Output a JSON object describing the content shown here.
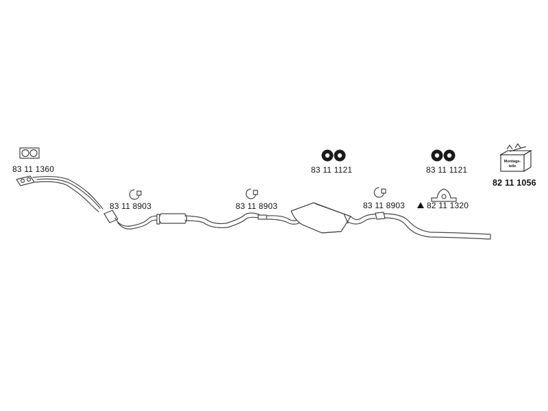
{
  "parts": [
    {
      "id": "gasket",
      "number": "83 11 1360"
    },
    {
      "id": "clamp1",
      "number": "83 11 8903"
    },
    {
      "id": "clamp2",
      "number": "83 11 8903"
    },
    {
      "id": "clamp3",
      "number": "83 11 8903"
    },
    {
      "id": "rubber1",
      "number": "83 11 1121"
    },
    {
      "id": "rubber2",
      "number": "83 11 1121"
    },
    {
      "id": "bracket",
      "number": "82 11 1320"
    },
    {
      "id": "kit",
      "number": "82 11 1056",
      "box_label_1": "Montage-",
      "box_label_2": "teile"
    }
  ],
  "colors": {
    "line": "#444444",
    "fill": "#ffffff",
    "dark": "#1a1a1a"
  }
}
